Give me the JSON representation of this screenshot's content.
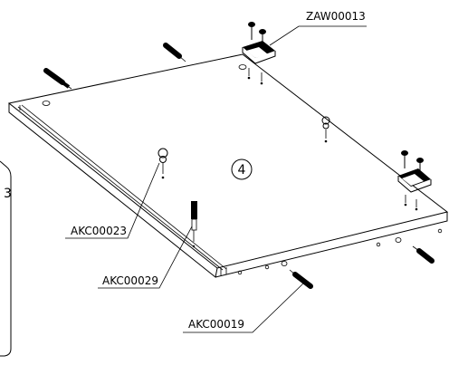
{
  "diagram": {
    "step_number": "4",
    "side_fragment": "3",
    "labels": {
      "cam_lock": "ZAW00013",
      "cam_bolt": "AKC00023",
      "connector": "AKC00029",
      "dowel": "AKC00019"
    }
  }
}
